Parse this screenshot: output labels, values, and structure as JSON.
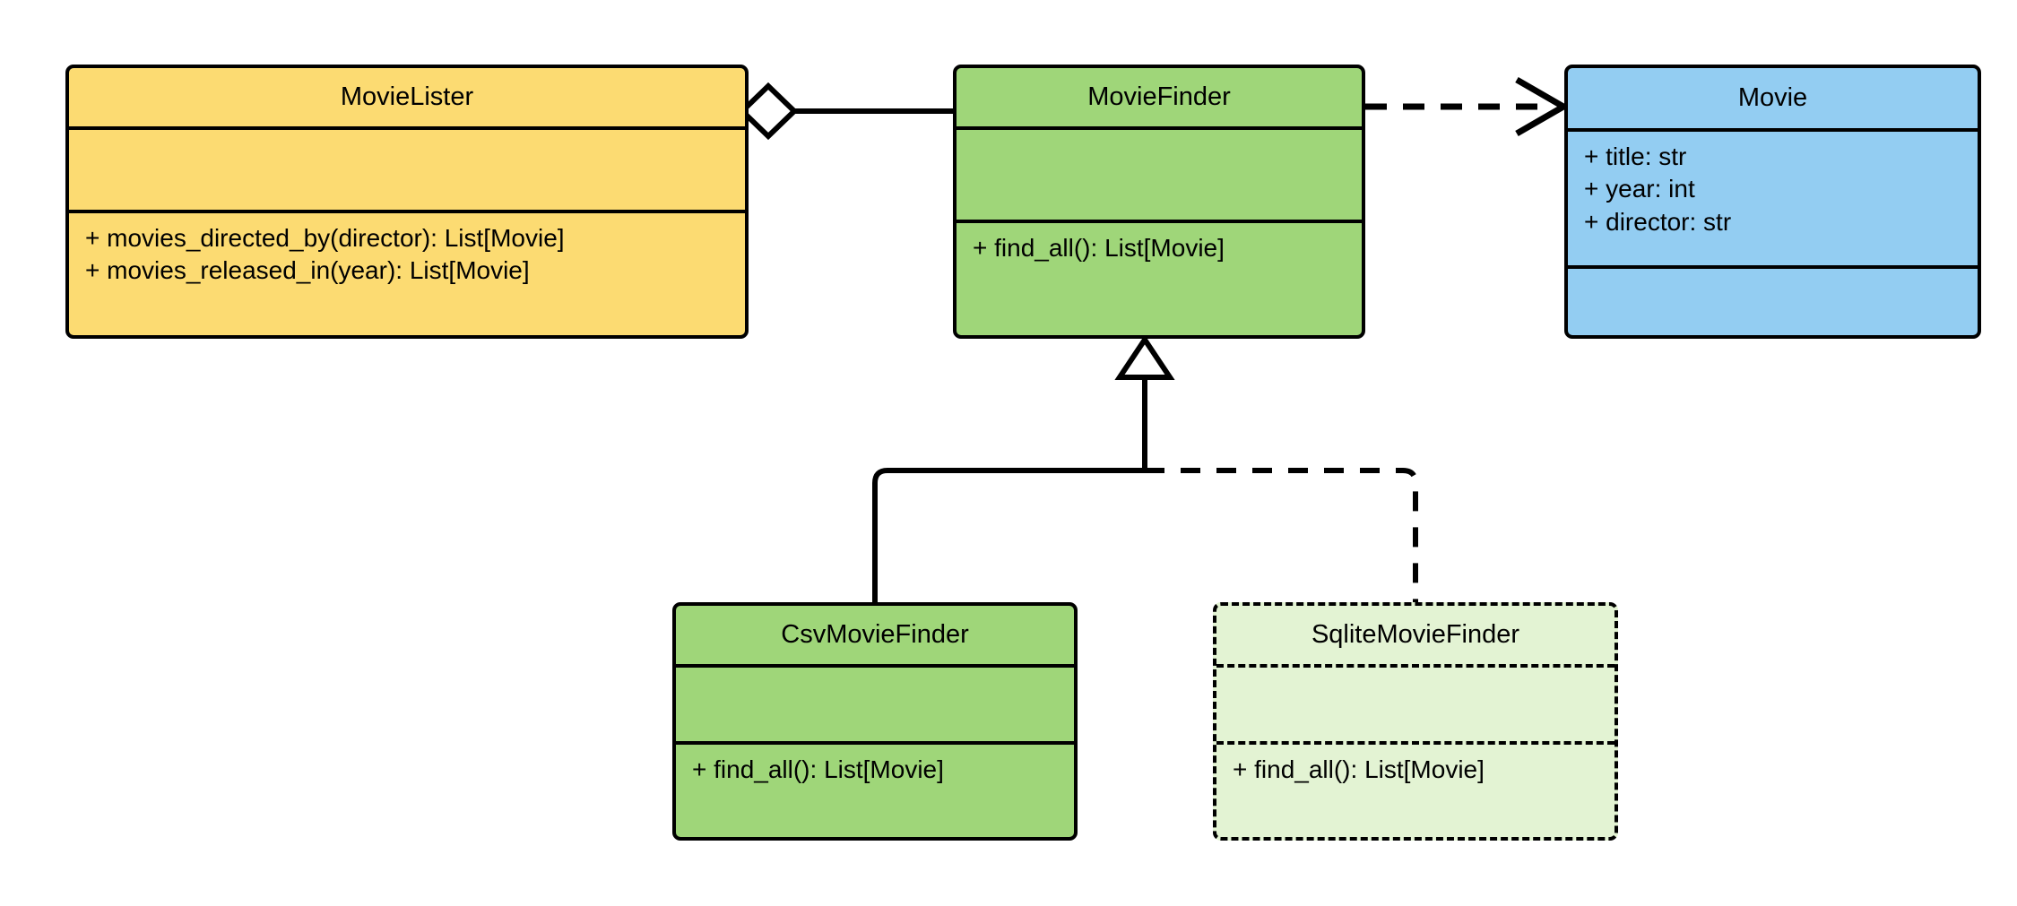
{
  "diagram": {
    "kind": "uml-class-diagram",
    "background": "#ffffff",
    "line_color": "#000000"
  },
  "classes": [
    {
      "id": "movie-lister",
      "name": "MovieLister",
      "fill": "#fcdb72",
      "style": "solid",
      "attributes": [],
      "operations": [
        "+ movies_directed_by(director): List[Movie]",
        "+ movies_released_in(year): List[Movie]"
      ]
    },
    {
      "id": "movie-finder",
      "name": "MovieFinder",
      "fill": "#9fd679",
      "style": "solid",
      "attributes": [],
      "operations": [
        "+ find_all(): List[Movie]"
      ]
    },
    {
      "id": "movie",
      "name": "Movie",
      "fill": "#93cdf2",
      "style": "solid",
      "attributes": [
        "+ title: str",
        "+ year: int",
        "+ director: str"
      ],
      "operations": []
    },
    {
      "id": "csv-movie-finder",
      "name": "CsvMovieFinder",
      "fill": "#9fd679",
      "style": "solid",
      "attributes": [],
      "operations": [
        "+ find_all(): List[Movie]"
      ]
    },
    {
      "id": "sqlite-movie-finder",
      "name": "SqliteMovieFinder",
      "fill": "#e3f3d3",
      "style": "dashed",
      "attributes": [],
      "operations": [
        "+ find_all(): List[Movie]"
      ]
    }
  ],
  "relationships": [
    {
      "id": "aggregation-lister-finder",
      "type": "aggregation",
      "from": "MovieLister",
      "to": "MovieFinder",
      "line": "solid",
      "end_marker": "hollow-diamond"
    },
    {
      "id": "dependency-finder-movie",
      "type": "dependency",
      "from": "MovieFinder",
      "to": "Movie",
      "line": "dashed",
      "end_marker": "open-arrow"
    },
    {
      "id": "inheritance-csv-finder",
      "type": "inheritance",
      "from": "CsvMovieFinder",
      "to": "MovieFinder",
      "line": "solid",
      "end_marker": "hollow-triangle"
    },
    {
      "id": "inheritance-sqlite-finder",
      "type": "inheritance",
      "from": "SqliteMovieFinder",
      "to": "MovieFinder",
      "line": "dashed",
      "end_marker": "hollow-triangle"
    }
  ]
}
